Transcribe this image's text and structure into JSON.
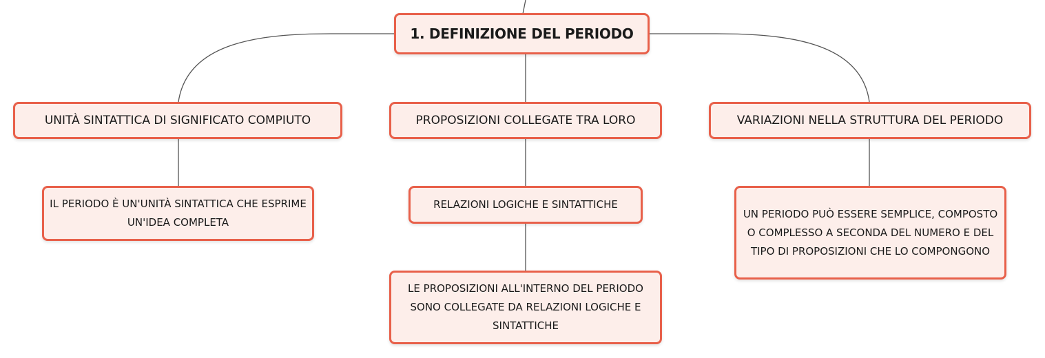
{
  "root": {
    "label": "1. DEFINIZIONE DEL PERIODO"
  },
  "branches": [
    {
      "label": "UNITÀ SINTATTICA DI SIGNIFICATO COMPIUTO",
      "children": [
        {
          "label": "IL PERIODO È UN'UNITÀ SINTATTICA CHE ESPRIME UN'IDEA COMPLETA"
        }
      ]
    },
    {
      "label": "PROPOSIZIONI COLLEGATE TRA LORO",
      "children": [
        {
          "label": "RELAZIONI LOGICHE E SINTATTICHE"
        },
        {
          "label": "LE PROPOSIZIONI ALL'INTERNO DEL PERIODO SONO COLLEGATE DA RELAZIONI LOGICHE E SINTATTICHE"
        }
      ]
    },
    {
      "label": "VARIAZIONI NELLA STRUTTURA DEL PERIODO",
      "children": [
        {
          "label": "UN PERIODO PUÒ ESSERE SEMPLICE, COMPOSTO O COMPLESSO A SECONDA DEL NUMERO E DEL TIPO DI PROPOSIZIONI CHE LO COMPONGONO"
        }
      ]
    }
  ],
  "colors": {
    "node_border": "#e8604a",
    "node_fill": "#fdeeea",
    "connector": "#555555"
  }
}
